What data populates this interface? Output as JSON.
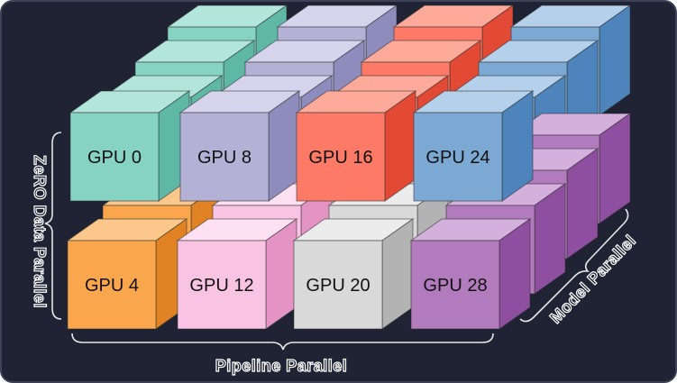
{
  "diagram": {
    "axes": {
      "pipeline": "Pipeline Parallel",
      "model": "Model Parallel",
      "data": "ZeRO Data Parallel"
    },
    "columns": [
      {
        "front": "#86d3c3",
        "side": "#5fb7a6",
        "top": "#b3e6db"
      },
      {
        "front": "#b3b1d6",
        "side": "#8e8cbd",
        "top": "#d6d4ec"
      },
      {
        "front": "#fc7a66",
        "side": "#e24a35",
        "top": "#fdaa9b"
      },
      {
        "front": "#7ba9d3",
        "side": "#4d84bb",
        "top": "#b4d0ea"
      }
    ],
    "front_labels": [
      "GPU 0",
      "GPU 8",
      "GPU 16",
      "GPU 24"
    ],
    "back_row": [
      {
        "label": "GPU 4",
        "front": "#f9a64c",
        "side": "#e08224",
        "top": "#fbc78a"
      },
      {
        "label": "GPU 12",
        "front": "#f9c4e3",
        "side": "#e393c4",
        "top": "#fde0f1"
      },
      {
        "label": "GPU 20",
        "front": "#d9d9d9",
        "side": "#b3b3b3",
        "top": "#ececec"
      },
      {
        "label": "GPU 28",
        "front": "#b27bbd",
        "side": "#8f4fa0",
        "top": "#d4b0dc"
      }
    ],
    "back_column_purple": {
      "front": "#b27bbd",
      "side": "#8f4fa0",
      "top": "#d4b0dc"
    }
  }
}
